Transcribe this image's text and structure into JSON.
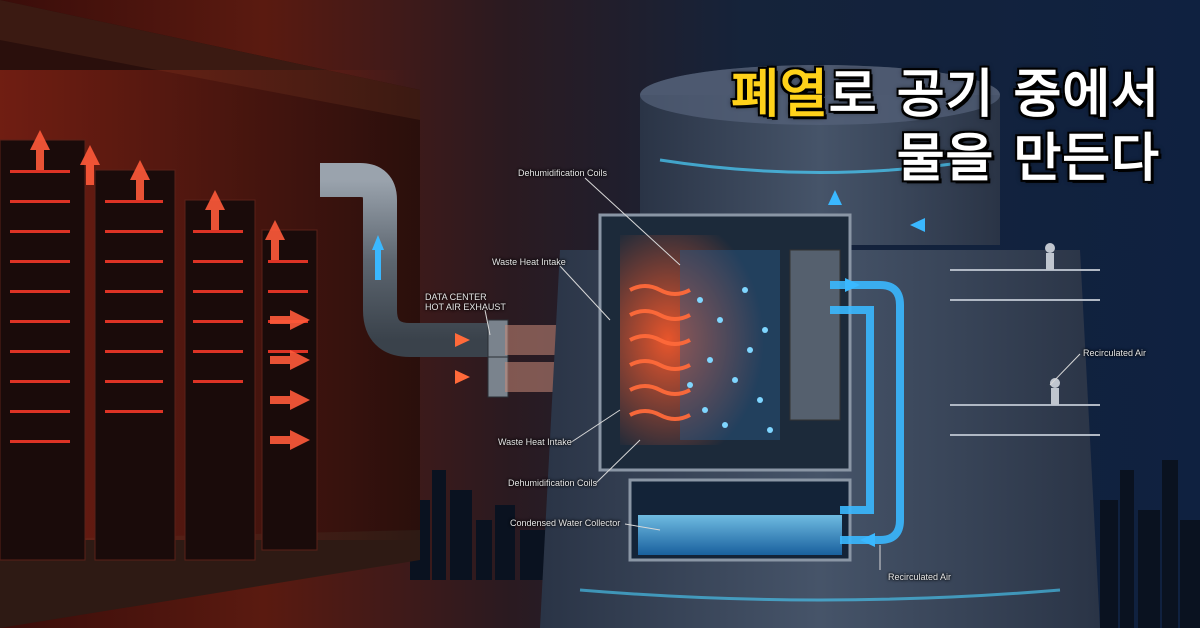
{
  "headline": {
    "line1_highlight": "폐열",
    "line1_rest": "로 공기 중에서",
    "line2": "물을 만든다"
  },
  "labels": {
    "dehumidification_coils_top": "Dehumidification Coils",
    "waste_heat_intake_top": "Waste Heat Intake",
    "data_center_exhaust_line1": "DATA CENTER",
    "data_center_exhaust_line2": "HOT AIR EXHAUST",
    "waste_heat_intake_bottom": "Waste Heat Intake",
    "dehumidification_coils_bottom": "Dehumidification Coils",
    "condensed_water_collector": "Condensed Water Collector",
    "recirculated_air_right": "Recirculated Air",
    "recirculated_air_bottom": "Recirculated Air"
  },
  "colors": {
    "headline_highlight": "#ffd21a",
    "hot": "#ff4a2a",
    "cold": "#3ab8ff"
  }
}
